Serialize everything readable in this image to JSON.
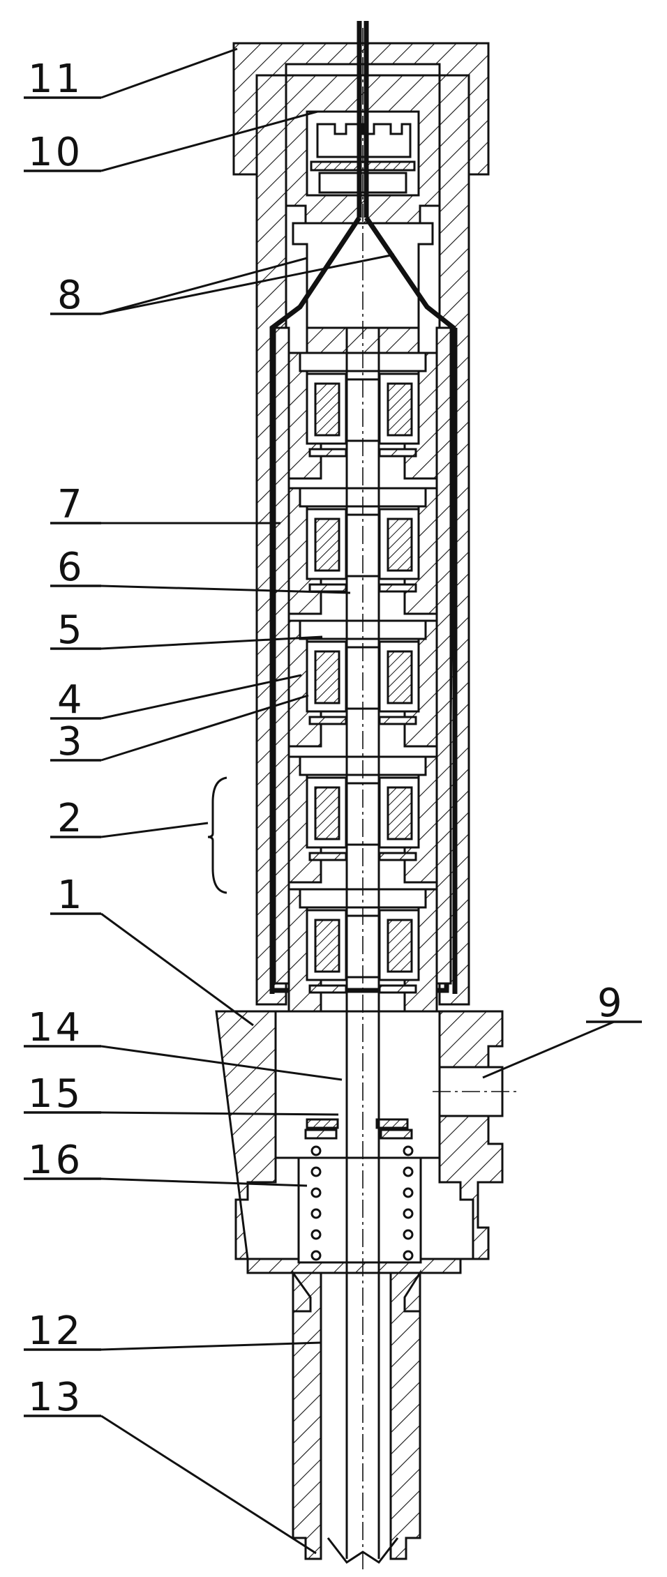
{
  "labels": [
    {
      "id": "label-11",
      "text": "11"
    },
    {
      "id": "label-10",
      "text": "10"
    },
    {
      "id": "label-8",
      "text": "8"
    },
    {
      "id": "label-7",
      "text": "7"
    },
    {
      "id": "label-6",
      "text": "6"
    },
    {
      "id": "label-5",
      "text": "5"
    },
    {
      "id": "label-4",
      "text": "4"
    },
    {
      "id": "label-3",
      "text": "3"
    },
    {
      "id": "label-2",
      "text": "2"
    },
    {
      "id": "label-1",
      "text": "1"
    },
    {
      "id": "label-14",
      "text": "14"
    },
    {
      "id": "label-15",
      "text": "15"
    },
    {
      "id": "label-16",
      "text": "16"
    },
    {
      "id": "label-12",
      "text": "12"
    },
    {
      "id": "label-13",
      "text": "13"
    },
    {
      "id": "label-9",
      "text": "9"
    }
  ]
}
